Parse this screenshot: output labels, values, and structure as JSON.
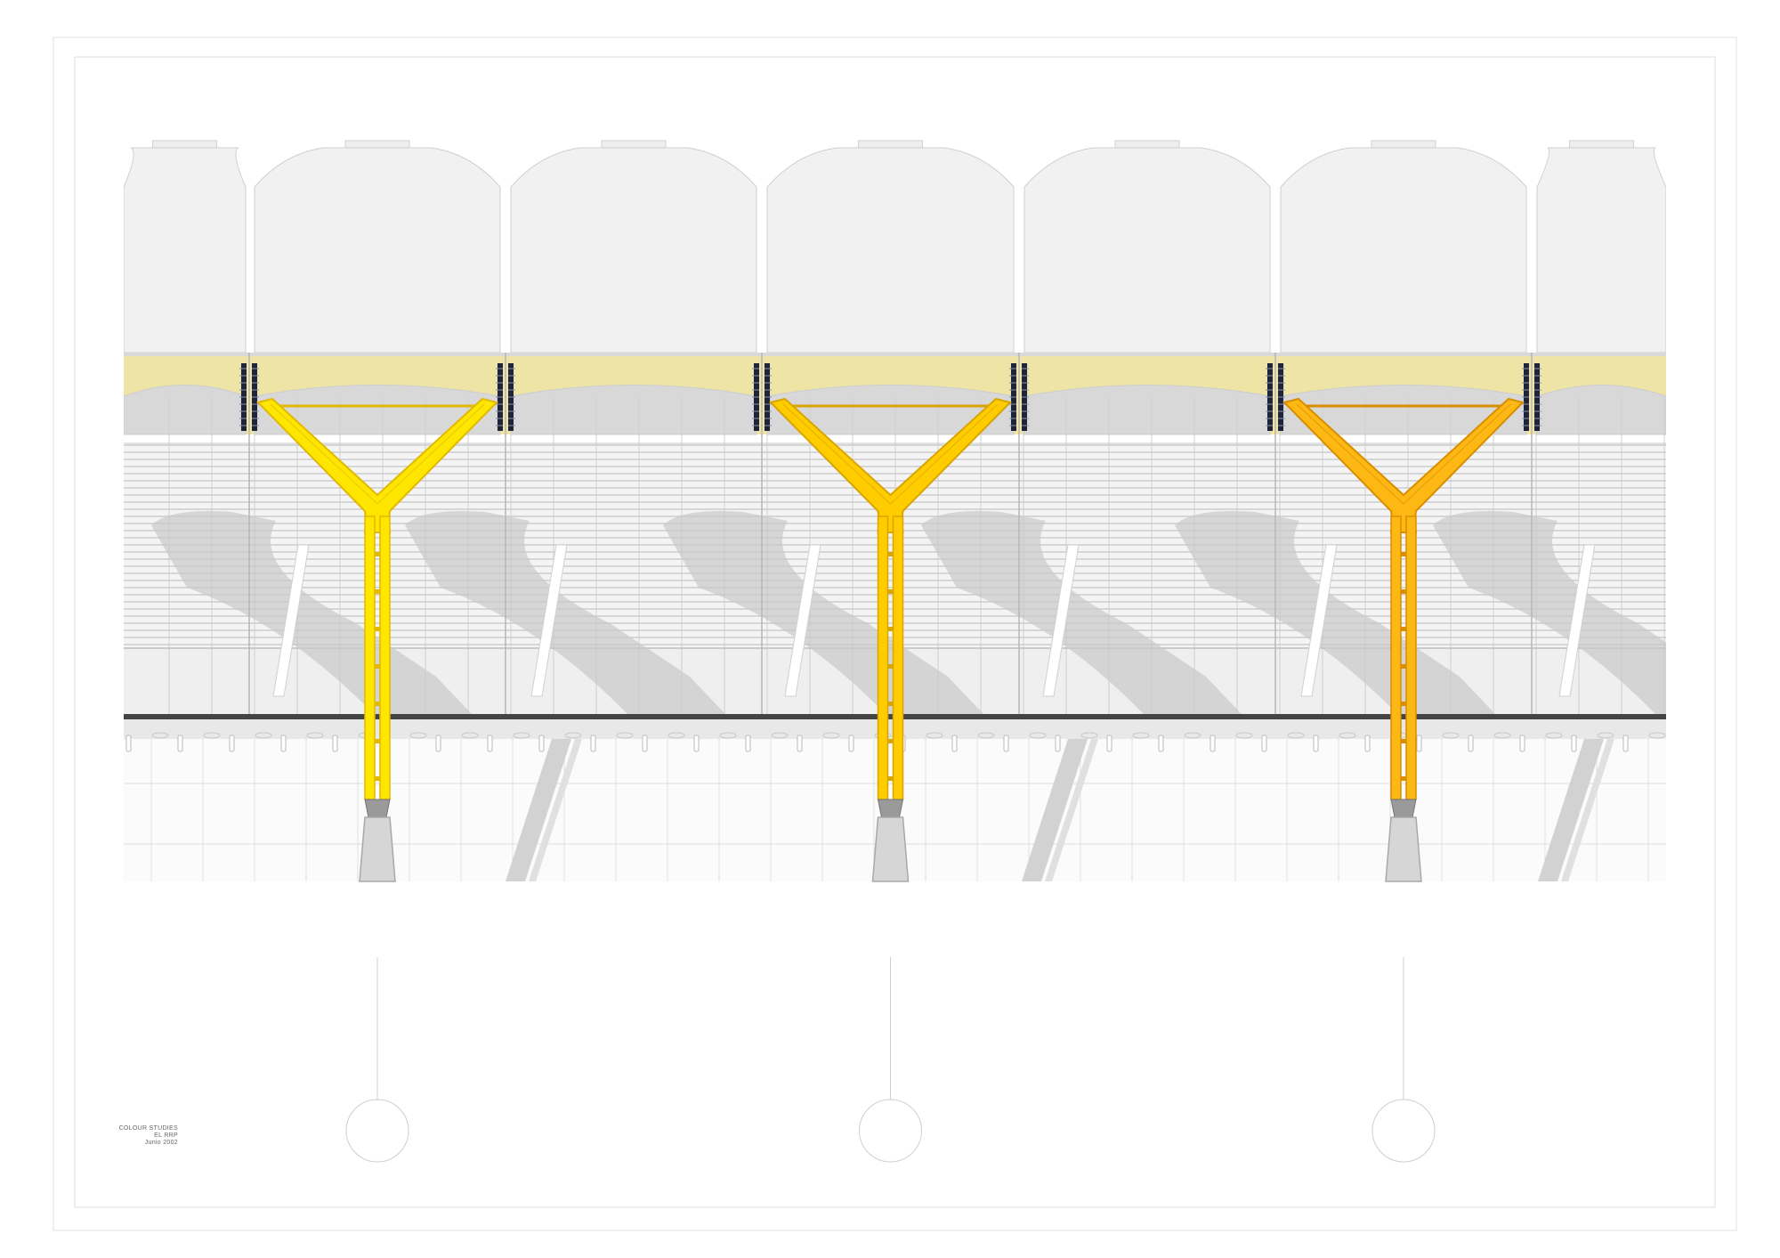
{
  "title_block": {
    "line1": "COLOUR STUDIES",
    "line2": "EL RRP",
    "line3": "Junio 2002"
  },
  "colours": {
    "canopy_band": "#EEE4A6",
    "roof": "#F1F1F1",
    "facade": "#DCDCDC",
    "trees": [
      {
        "fill": "#FFE600",
        "edge": "#E2B800"
      },
      {
        "fill": "#FFCC00",
        "edge": "#D9A500"
      },
      {
        "fill": "#FDB813",
        "edge": "#D98E00"
      }
    ]
  }
}
